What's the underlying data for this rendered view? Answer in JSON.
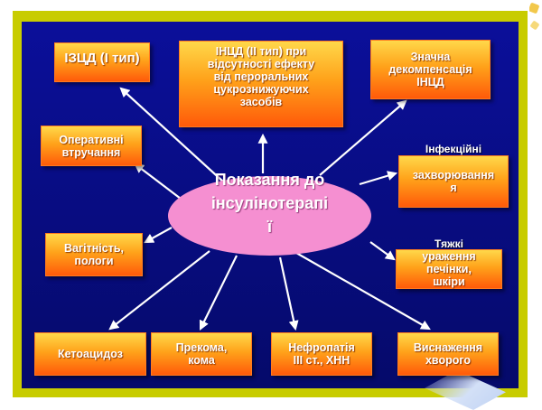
{
  "diagram": {
    "center_label": "Показання до\nінсулінотерапі\nї",
    "nodes": {
      "izcd": "ІЗЦД (І тип)",
      "incd2": "ІНЦД (ІІ тип) при\nвідсутності ефекту\nвід пероральних\nцукрознижуючих\nзасобів",
      "decomp": "Значна\nдекомпенсація\nІНЦД",
      "surgery": "Оперативні\nвтручання",
      "infect_top": "Інфекційні",
      "infect_bottom": "захворювання\nя",
      "pregnancy": "Вагітність,\nпологи",
      "liver_top": "Тяжкі",
      "liver_bottom": "ураження\nпечінки,\nшкіри",
      "ketoacidosis": "Кетоацидоз",
      "precoma": "Прекома,\nкома",
      "nephropathy": "Нефропатія\nІІІ ст., ХНН",
      "exhaustion": "Виснаження\nхворого"
    },
    "colors": {
      "frame": "#c8cc00",
      "background": "#0b0f9a",
      "box_top": "#ffd84a",
      "box_bottom": "#ff5a0a",
      "hub": "#f58fd1",
      "arrows": "#ffffff"
    }
  }
}
